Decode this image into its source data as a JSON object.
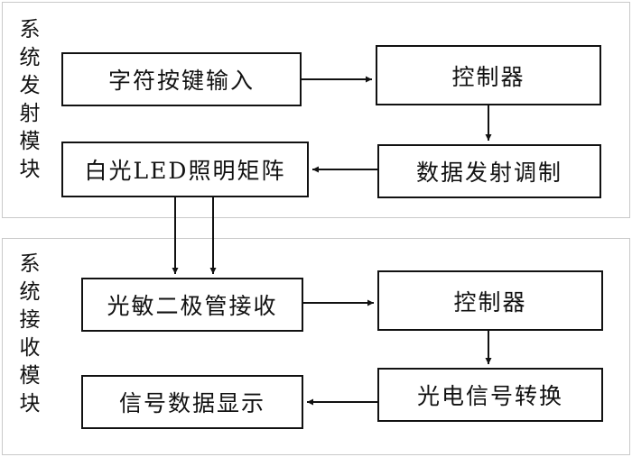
{
  "transmit_module": {
    "label": "系统发射模块",
    "boxes": {
      "key_input": "字符按键输入",
      "controller": "控制器",
      "modulation": "数据发射调制",
      "led_matrix": "白光LED照明矩阵"
    }
  },
  "receive_module": {
    "label": "系统接收模块",
    "boxes": {
      "photodiode": "光敏二极管接收",
      "controller": "控制器",
      "conversion": "光电信号转换",
      "display": "信号数据显示"
    }
  }
}
